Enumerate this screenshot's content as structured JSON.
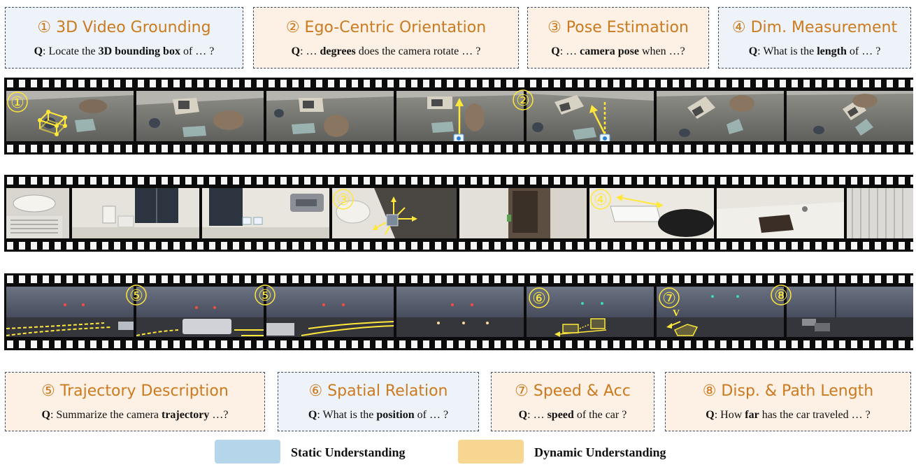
{
  "tasks": {
    "t1": {
      "title": "① 3D Video Grounding",
      "q_pre": ": Locate the ",
      "q_bold": "3D bounding box",
      "q_post": " of … ?"
    },
    "t2": {
      "title": "② Ego-Centric Orientation",
      "q_pre": ": … ",
      "q_bold": "degrees",
      "q_post": " does the camera rotate … ?"
    },
    "t3": {
      "title": "③ Pose Estimation",
      "q_pre": ": … ",
      "q_bold": "camera pose",
      "q_post": " when …?"
    },
    "t4": {
      "title": "④ Dim. Measurement",
      "q_pre": ":  What is the ",
      "q_bold": "length",
      "q_post": " of … ?"
    },
    "t5": {
      "title": "⑤ Trajectory Description",
      "q_pre": ": Summarize the camera ",
      "q_bold": "trajectory",
      "q_post": " …?"
    },
    "t6": {
      "title": "⑥ Spatial Relation",
      "q_pre": ": What is the ",
      "q_bold": "position",
      "q_post": " of … ?"
    },
    "t7": {
      "title": "⑦ Speed & Acc",
      "q_pre": ": … ",
      "q_bold": "speed",
      "q_post": " of the car ?"
    },
    "t8": {
      "title": "⑧ Disp. & Path Length",
      "q_pre": ":  How ",
      "q_bold": "far",
      "q_post": " has the car traveled … ?"
    }
  },
  "q_label": "Q",
  "markers": {
    "m1": "①",
    "m2": "②",
    "m3": "③",
    "m4": "④",
    "m5": "⑤",
    "m6": "⑥",
    "m7": "⑦",
    "m8": "⑧"
  },
  "velocity_label": "V",
  "legend": {
    "static_label": "Static Understanding",
    "dynamic_label": "Dynamic Understanding"
  },
  "colors": {
    "static_box": "#edf3f9",
    "dynamic_box": "#fcf1e4",
    "static_swatch": "#b5d6ea",
    "dynamic_swatch": "#f6d690",
    "title": "#cc7a1f",
    "annotation": "#ffe83a"
  }
}
